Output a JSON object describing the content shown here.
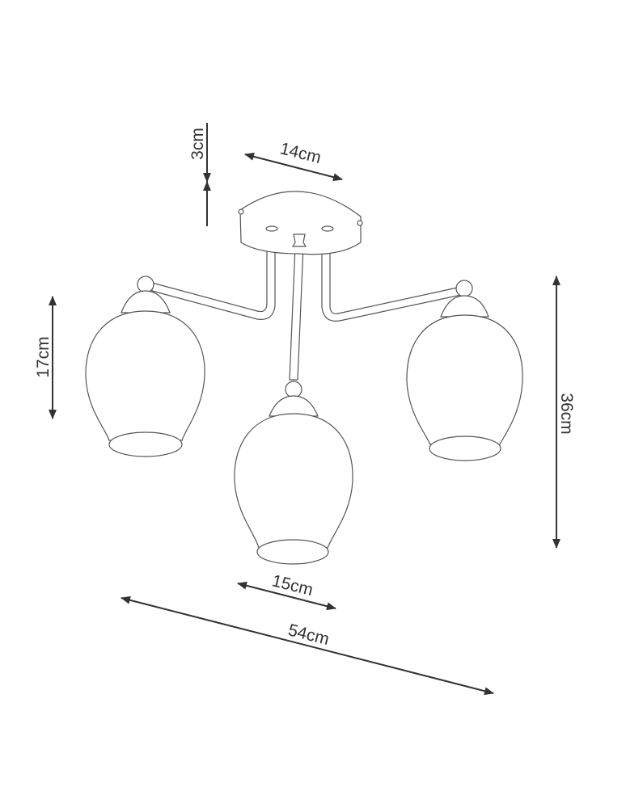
{
  "dimensions": {
    "canopy_height": "3cm",
    "canopy_diameter": "14cm",
    "shade_height": "17cm",
    "total_height": "36cm",
    "shade_diameter": "15cm",
    "total_width": "54cm"
  },
  "colors": {
    "line": "#555555",
    "dimension": "#333333",
    "background": "#ffffff"
  }
}
